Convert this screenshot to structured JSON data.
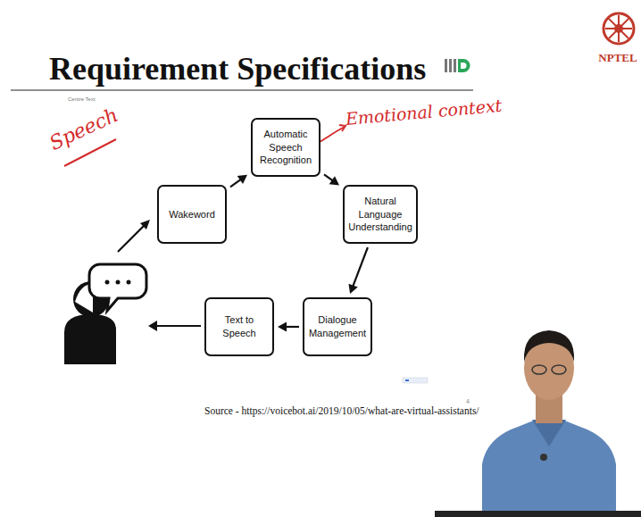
{
  "diagram": {
    "title": "Requirement Specifications",
    "nodes": [
      {
        "text": [
          "Automatic Speech Recognition"
        ]
      },
      {
        "text": [
          "Wakeword"
        ]
      },
      {
        "text": [
          "Natural Language Understanding"
        ]
      },
      {
        "text": [
          "Dialogue Management"
        ]
      },
      {
        "text": [
          "Text to Speech"
        ]
      }
    ],
    "edges": [
      {
        "from": 1,
        "to": 0,
        "arrow": "to"
      },
      {
        "from": 0,
        "to": 2,
        "arrow": "to"
      },
      {
        "from": 2,
        "to": 3,
        "arrow": "to"
      },
      {
        "from": 3,
        "to": 4,
        "arrow": "to"
      }
    ],
    "labels": [
      "Centre Text",
      "Speech",
      "Emotional context",
      "4",
      "Source - https://voicebot.ai/2019/10/05/what-are-virtual-assistants/",
      "NPTEL"
    ]
  }
}
